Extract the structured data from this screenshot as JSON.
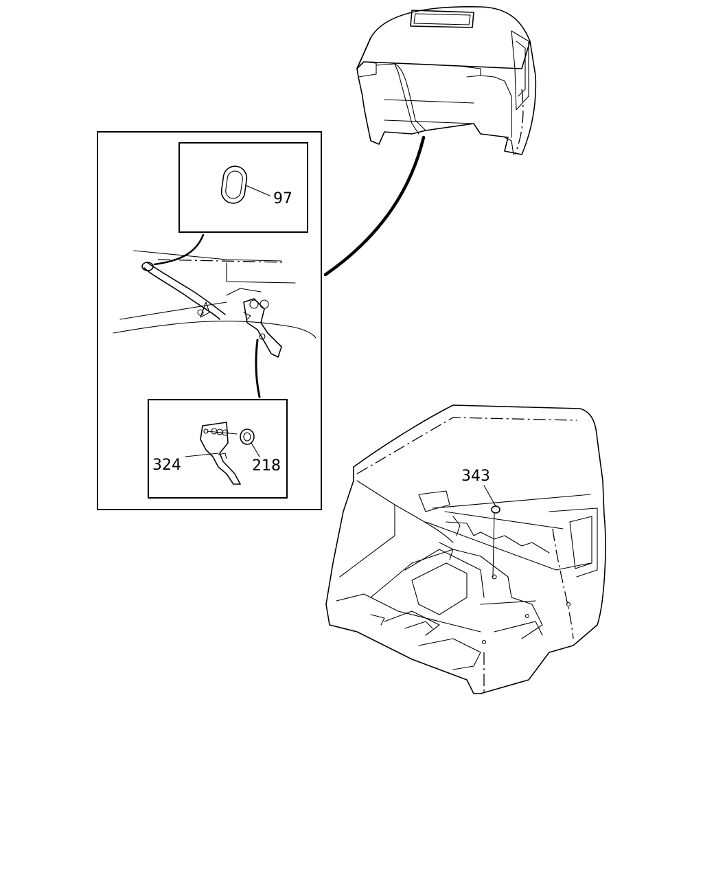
{
  "callouts": {
    "part_97": "97",
    "part_324": "324",
    "part_218": "218",
    "part_343": "343"
  }
}
